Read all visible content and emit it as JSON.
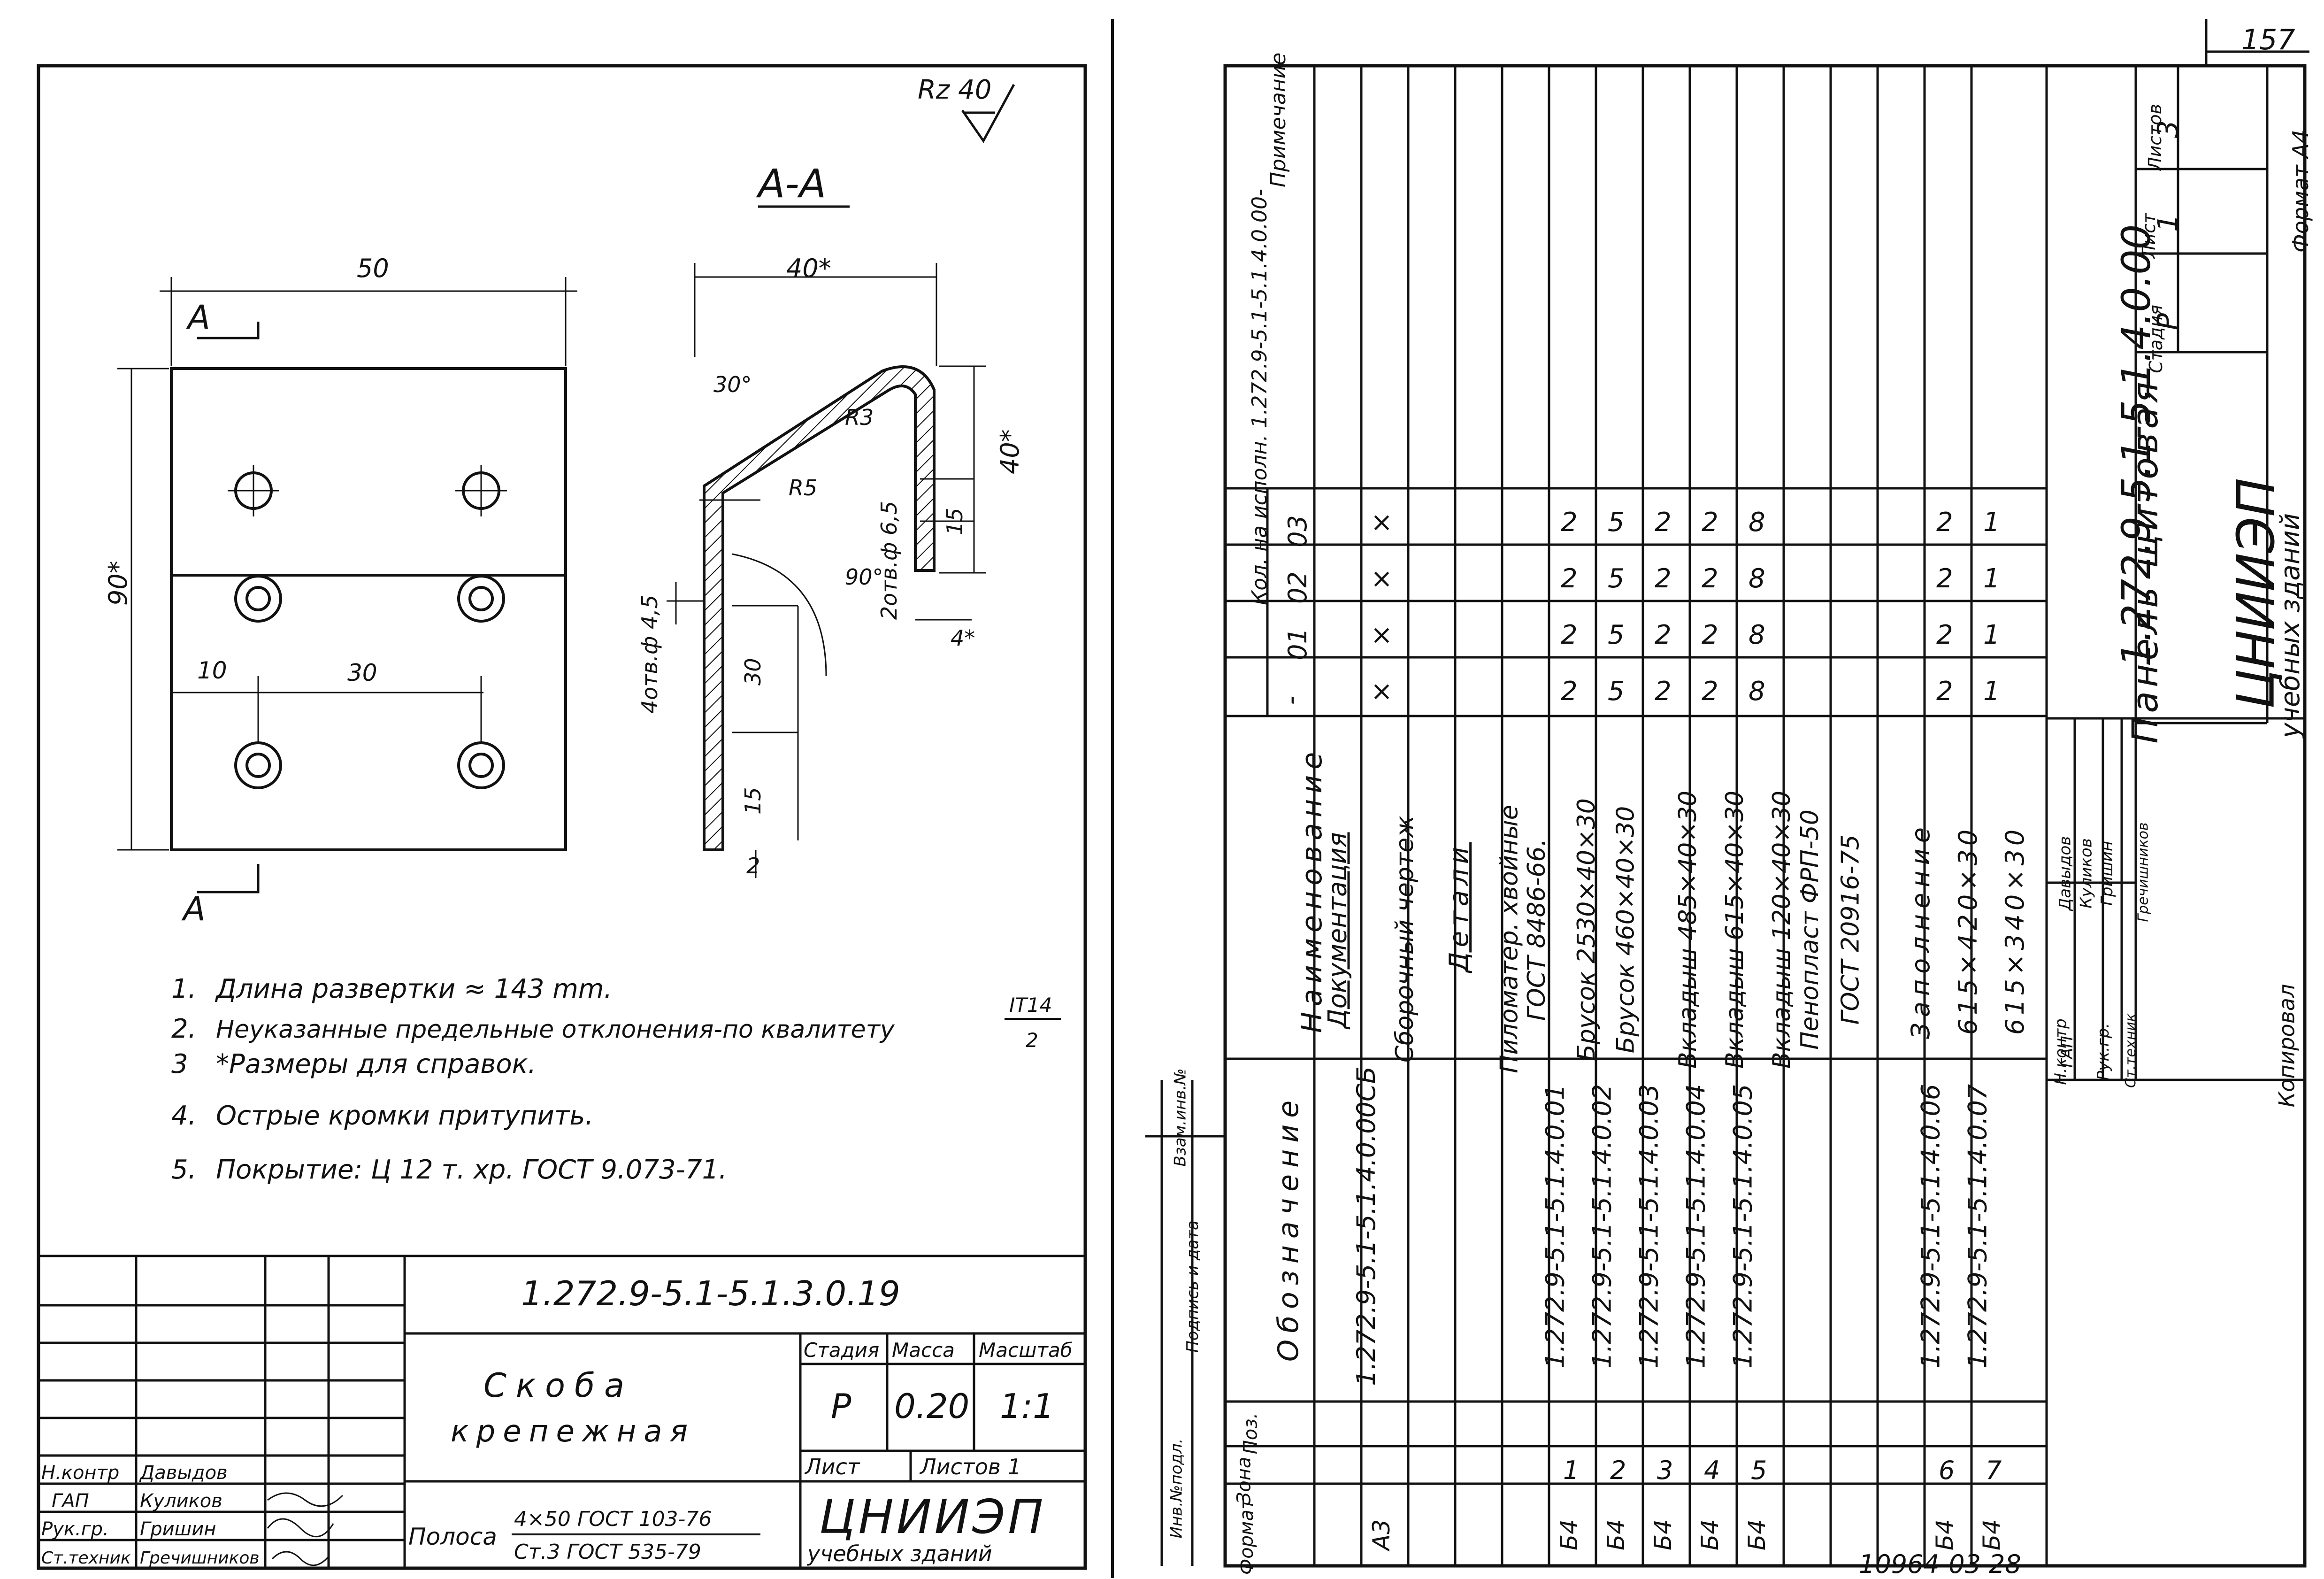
{
  "left_sheet": {
    "roughness": "Rz 40",
    "section_title": "А-А",
    "section_marker_top": "А",
    "section_marker_bottom": "А",
    "dims": {
      "plate_width": "50",
      "plate_height": "90*",
      "hole_edge": "10",
      "hole_spacing": "30",
      "section_width": "40*",
      "section_height": "40*",
      "angle_30": "30°",
      "radius_3": "R3",
      "radius_5": "R5",
      "holes_2": "2отв.ф 6,5",
      "angle_90": "90°",
      "holes_4": "4отв.ф 4,5",
      "dim_15_top": "15",
      "dim_30": "30",
      "dim_15_bottom": "15",
      "dim_2": "2",
      "dim_4": "4*"
    },
    "notes": [
      {
        "num": "1.",
        "text": "Длина развертки ≈ 143 mm."
      },
      {
        "num": "2.",
        "text": "Неуказанные предельные отклонения-по квалитету",
        "frac_top": "IT14",
        "frac_bottom": "2"
      },
      {
        "num": "3",
        "text": "*Размеры для справок."
      },
      {
        "num": "4.",
        "text": "Острые кромки притупить."
      },
      {
        "num": "5.",
        "text": "Покрытие: Ц 12 т. хр. ГОСТ 9.073-71."
      }
    ],
    "title_block": {
      "doc_code": "1.272.9-5.1-5.1.3.0.19",
      "name_line1": "Скоба",
      "name_line2": "крепежная",
      "stage_label": "Стадия",
      "mass_label": "Масса",
      "scale_label": "Масштаб",
      "stage": "Р",
      "mass": "0.20",
      "scale": "1:1",
      "sheet_label": "Лист",
      "sheets_label": "Листов 1",
      "material_prefix": "Полоса",
      "material_top": "4×50 ГОСТ 103-76",
      "material_bottom": "Ст.3 ГОСТ 535-79",
      "org": "ЦНИИЭП",
      "org_sub": "учебных зданий",
      "signatures": [
        {
          "role": "Н.контр",
          "name": "Давыдов"
        },
        {
          "role": "ГАП",
          "name": "Куликов"
        },
        {
          "role": "Рук.гр.",
          "name": "Гришин"
        },
        {
          "role": "Ст.техник",
          "name": "Гречишников"
        }
      ]
    }
  },
  "right_sheet": {
    "page_number": "157",
    "header": {
      "format": "Формат",
      "zone": "Зона",
      "pos": "Поз.",
      "designation": "Обозначение",
      "name": "Наименование",
      "qty_header": "Кол. на исполн. 1.272.9-5.1-5.1.4.0.00-",
      "qty_cols": [
        "-",
        "01",
        "02",
        "03"
      ],
      "note": "Примечание"
    },
    "rows": [
      {
        "format": "",
        "pos": "",
        "designation": "",
        "name": "Документация",
        "underline": true,
        "q": [
          "",
          "",
          "",
          ""
        ]
      },
      {
        "format": "А3",
        "pos": "",
        "designation": "1.272.9-5.1-5.1.4.0.00СБ",
        "name": "Сборочный чертеж",
        "q": [
          "×",
          "×",
          "×",
          "×"
        ]
      },
      {
        "format": "",
        "pos": "",
        "designation": "",
        "name": "Детали",
        "underline": true,
        "q": [
          "",
          "",
          "",
          ""
        ]
      },
      {
        "format": "",
        "pos": "",
        "designation": "",
        "name": "Пиломатер. хвойные",
        "q": [
          "",
          "",
          "",
          ""
        ]
      },
      {
        "format": "",
        "pos": "",
        "designation": "",
        "name": "ГОСТ 8486-66.",
        "q": [
          "",
          "",
          "",
          ""
        ]
      },
      {
        "format": "Б4",
        "pos": "1",
        "designation": "1.272.9-5.1-5.1.4.0.01",
        "name": "Брусок 2530×40×30",
        "q": [
          "2",
          "2",
          "2",
          "2"
        ]
      },
      {
        "format": "Б4",
        "pos": "2",
        "designation": "1.272.9-5.1-5.1.4.0.02",
        "name": "Брусок 460×40×30",
        "q": [
          "5",
          "5",
          "5",
          "5"
        ]
      },
      {
        "format": "Б4",
        "pos": "3",
        "designation": "1.272.9-5.1-5.1.4.0.03",
        "name": "Вкладыш 485×40×30",
        "q": [
          "2",
          "2",
          "2",
          "2"
        ]
      },
      {
        "format": "Б4",
        "pos": "4",
        "designation": "1.272.9-5.1-5.1.4.0.04",
        "name": "Вкладыш 615×40×30",
        "q": [
          "2",
          "2",
          "2",
          "2"
        ]
      },
      {
        "format": "Б4",
        "pos": "5",
        "designation": "1.272.9-5.1-5.1.4.0.05",
        "name": "Вкладыш 120×40×30",
        "q": [
          "8",
          "8",
          "8",
          "8"
        ]
      },
      {
        "format": "",
        "pos": "",
        "designation": "",
        "name": "Пенопласт ФРП-50",
        "q": [
          "",
          "",
          "",
          ""
        ]
      },
      {
        "format": "",
        "pos": "",
        "designation": "",
        "name": "ГОСТ 20916-75",
        "q": [
          "",
          "",
          "",
          ""
        ]
      },
      {
        "format": "",
        "pos": "",
        "designation": "",
        "name": "Заполнение",
        "q": [
          "",
          "",
          "",
          ""
        ]
      },
      {
        "format": "Б4",
        "pos": "6",
        "designation": "1.272.9-5.1-5.1.4.0.06",
        "name": "615×420×30",
        "q": [
          "2",
          "2",
          "2",
          "2"
        ]
      },
      {
        "format": "Б4",
        "pos": "7",
        "designation": "1.272.9-5.1-5.1.4.0.07",
        "name": "615×340×30",
        "q": [
          "1",
          "1",
          "1",
          "1"
        ]
      }
    ],
    "side_labels": [
      "Инв.№подл.",
      "Подпись и дата",
      "Взам.инв.№"
    ],
    "title_block": {
      "doc_code": "1.272.9-5.1-5.1.4.0.00",
      "name": "Панель щитовая",
      "stage_label": "Стадия",
      "sheet_label": "Лист",
      "sheets_label": "Листов",
      "stage": "Р",
      "sheet": "1",
      "sheets": "3",
      "org": "ЦНИИЭП",
      "org_sub": "учебных зданий",
      "copied": "Копировал",
      "format": "Формат А4",
      "signatures": [
        {
          "role": "Н.контр",
          "name": "Давыдов"
        },
        {
          "role": "ГАП",
          "name": "Куликов"
        },
        {
          "role": "Рук.гр.",
          "name": "Гришин"
        },
        {
          "role": "Ст.техник",
          "name": "Гречишников"
        }
      ]
    },
    "footer_stamp": "10964-03  28"
  }
}
